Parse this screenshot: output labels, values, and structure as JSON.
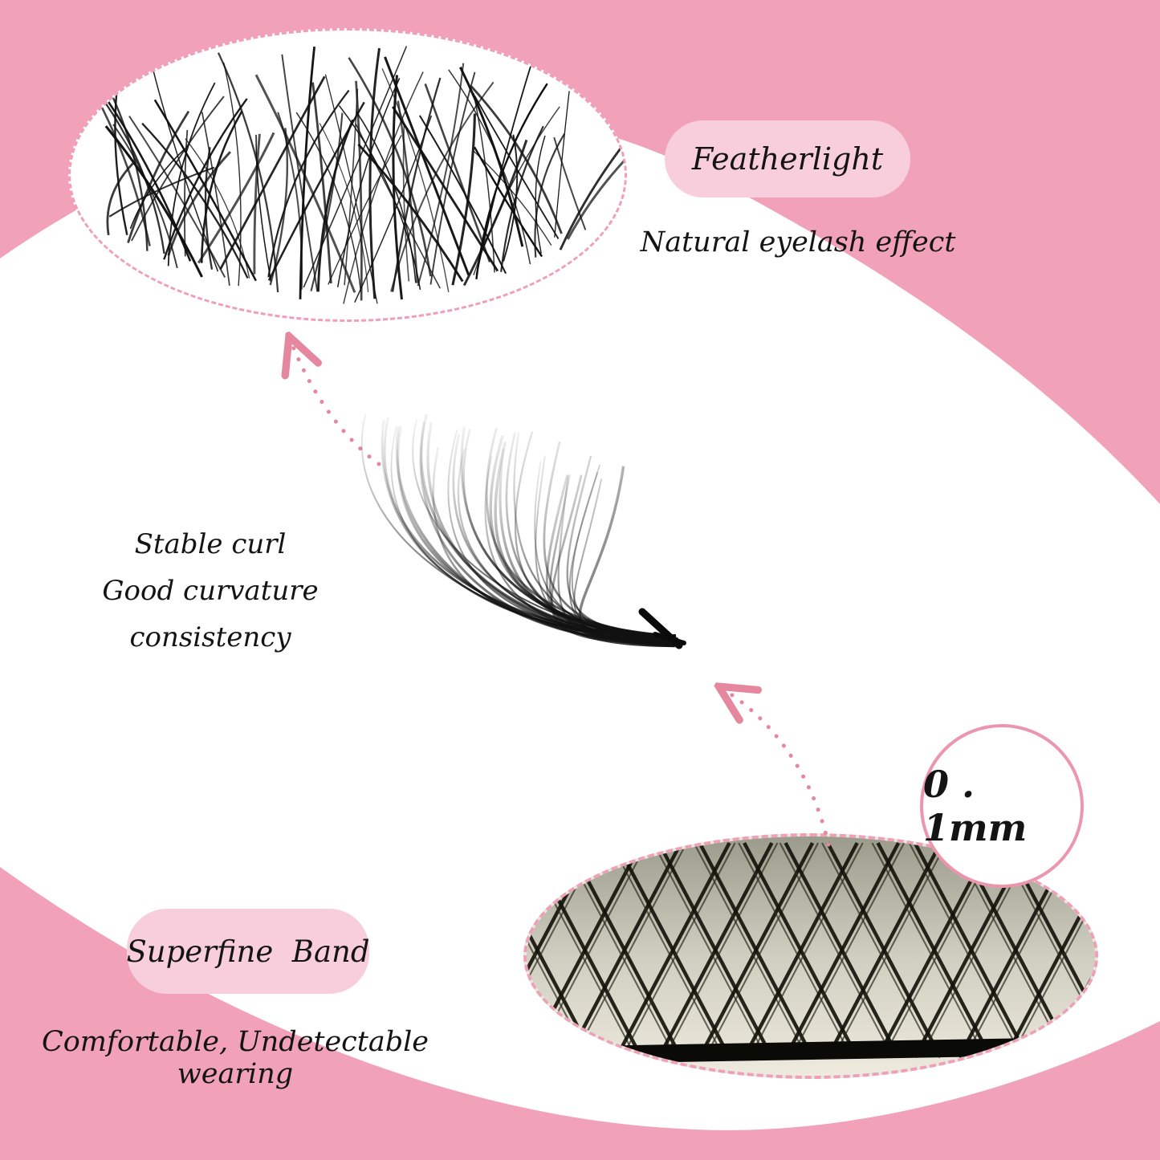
{
  "colors": {
    "background-pink": "#f2a2b8",
    "badge-pink": "#f8cedd",
    "dashed-pink": "#ef9fb8",
    "circle-border-pink": "#ec96ae",
    "arrow-pink": "#e5879f",
    "text-dark": "#141414",
    "lash-black": "#101010"
  },
  "icons": {
    "arrow_to_closeup": "dotted-curved-arrow",
    "arrow_to_cluster": "dotted-curved-arrow"
  },
  "callouts": {
    "featherlight": {
      "label": "Featherlight",
      "description": "Natural eyelash effect"
    },
    "curl": {
      "line1": "Stable curl",
      "line2": "Good curvature consistency"
    },
    "thickness": {
      "value": "0 . 1mm"
    },
    "band": {
      "label": "Superfine  Band",
      "description": "Comfortable, Undetectable wearing"
    }
  }
}
